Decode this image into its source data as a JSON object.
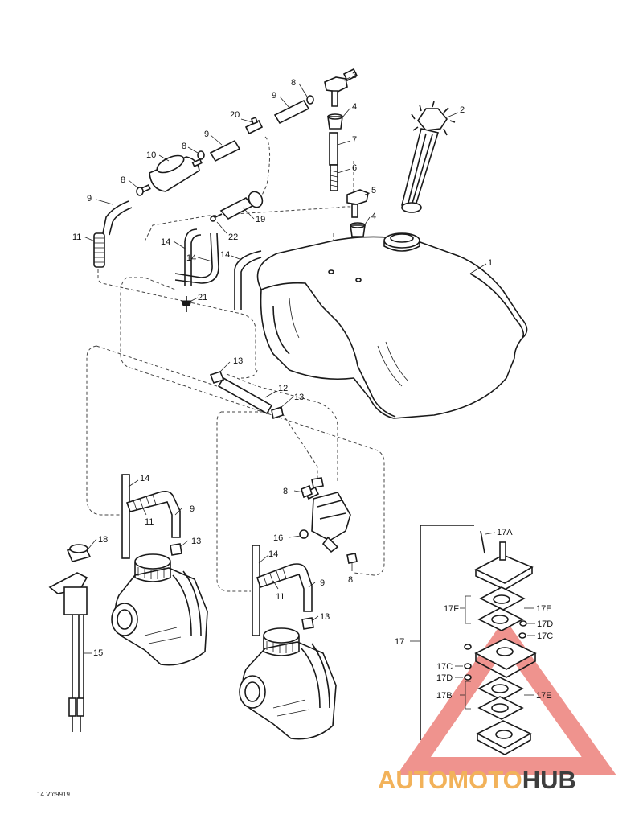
{
  "callouts": {
    "c1": "1",
    "c2": "2",
    "c3": "3",
    "c4a": "4",
    "c4b": "4",
    "c5": "5",
    "c6": "6",
    "c7": "7",
    "c8a": "8",
    "c8b": "8",
    "c8c": "8",
    "c8d": "8",
    "c8e": "8",
    "c9a": "9",
    "c9b": "9",
    "c9c": "9",
    "c9d": "9",
    "c9e": "9",
    "c10": "10",
    "c11a": "11",
    "c11b": "11",
    "c11c": "11",
    "c12": "12",
    "c13a": "13",
    "c13b": "13",
    "c13c": "13",
    "c13d": "13",
    "c14a": "14",
    "c14b": "14",
    "c14c": "14",
    "c14d": "14",
    "c14e": "14",
    "c15": "15",
    "c16": "16",
    "c18": "18",
    "c19": "19",
    "c20": "20",
    "c21": "21",
    "c22": "22"
  },
  "fuel_pump_group": {
    "label": "17",
    "sub_a": "17A",
    "sub_b": "17B",
    "sub_c_right": "17C",
    "sub_c_left": "17C",
    "sub_d_right": "17D",
    "sub_d_left": "17D",
    "sub_e_top": "17E",
    "sub_e_bottom": "17E",
    "sub_f": "17F"
  },
  "drawing_code": "14 Vto9919",
  "watermark": {
    "part1": "AUTO",
    "part2": "MOTO",
    "part3": "HUB",
    "colors": {
      "triangle": "#e23a32",
      "auto": "#f2b25a",
      "hub": "#3e3e3e"
    }
  }
}
